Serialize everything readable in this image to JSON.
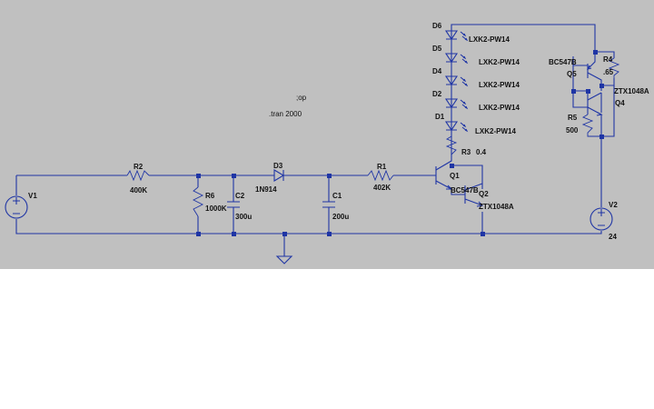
{
  "schematic": {
    "background_color": "#c0c0c0",
    "wire_color": "#1f35a5",
    "directives": {
      "op": ";op",
      "tran": ".tran 2000"
    },
    "components": {
      "V1": {
        "ref": "V1"
      },
      "V2": {
        "ref": "V2",
        "value": "24"
      },
      "R2": {
        "ref": "R2",
        "value": "400K"
      },
      "R6": {
        "ref": "R6",
        "value": "1000K"
      },
      "C2": {
        "ref": "C2",
        "value": "300u"
      },
      "D3": {
        "ref": "D3",
        "value": "1N914"
      },
      "C1": {
        "ref": "C1",
        "value": "200u"
      },
      "R1": {
        "ref": "R1",
        "value": "402K"
      },
      "Q1": {
        "ref": "Q1",
        "value": "BC547B"
      },
      "Q2": {
        "ref": "Q2",
        "value": "ZTX1048A"
      },
      "R3": {
        "ref": "R3",
        "value": "0.4"
      },
      "D1": {
        "ref": "D1",
        "value": "LXK2-PW14"
      },
      "D2": {
        "ref": "D2",
        "value": "LXK2-PW14"
      },
      "D4": {
        "ref": "D4",
        "value": "LXK2-PW14"
      },
      "D5": {
        "ref": "D5",
        "value": "LXK2-PW14"
      },
      "D6": {
        "ref": "D6",
        "value": "LXK2-PW14"
      },
      "R4": {
        "ref": "R4",
        "value": ".65"
      },
      "R5": {
        "ref": "R5",
        "value": "500"
      },
      "Q4": {
        "ref": "Q4",
        "value": "ZTX1048A"
      },
      "Q5": {
        "ref": "Q5",
        "value": "BC547B"
      }
    }
  }
}
